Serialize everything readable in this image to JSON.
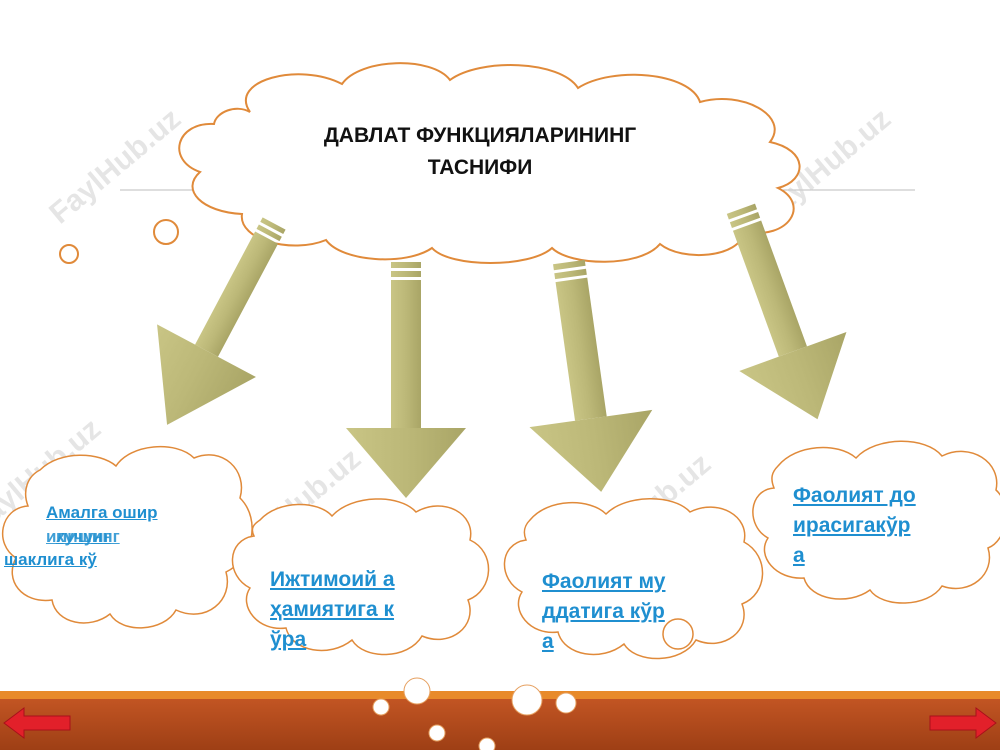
{
  "title": {
    "line1": "ДАВЛАТ ФУНКЦИЯЛАРИНИНГ",
    "line2": "ТАСНИФИ"
  },
  "watermark": "FaylHub.uz",
  "nodes": {
    "n1": {
      "line1": "Амалга ошир",
      "line2": "илишинг",
      "line2b": "кучунг",
      "line3": "шаклига кў"
    },
    "n2": {
      "line1": "Ижтимоий а",
      "line2": "ҳамиятига к",
      "line3": "ўра"
    },
    "n3": {
      "line1": "Фаолият му",
      "line2": "ддатига кўр",
      "line3": "а"
    },
    "n4": {
      "line1": "Фаолият до",
      "line2": "ирасигакўр",
      "line3": "а"
    }
  },
  "colors": {
    "arrow": "#b9b573",
    "cloud_stroke": "#e08a3a",
    "link": "#1f8fd0",
    "floor": "#b24a1c",
    "floor_band": "#e88a2a",
    "nav_arrow": "#e2202a"
  },
  "icons": {
    "prev": "arrow-left-icon",
    "next": "arrow-right-icon"
  }
}
